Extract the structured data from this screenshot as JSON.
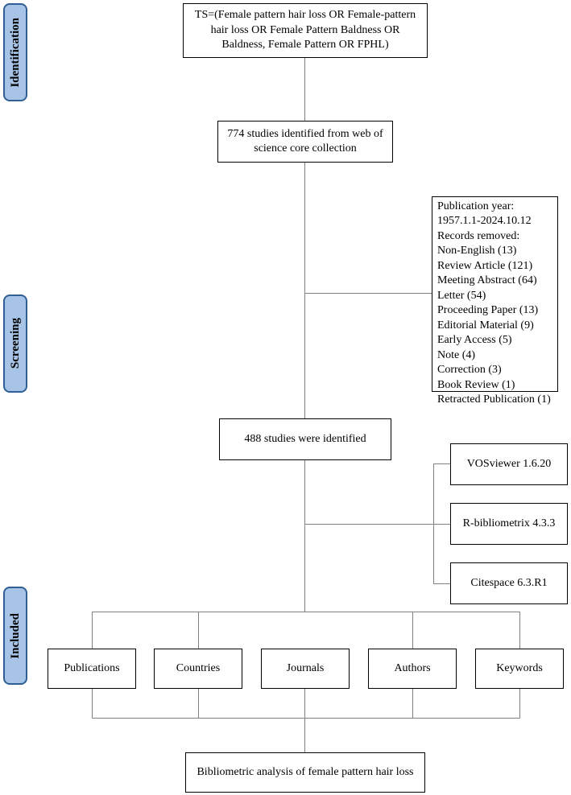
{
  "stages": {
    "identification": "Identification",
    "screening": "Screening",
    "included": "Included"
  },
  "search_query": "TS=(Female pattern hair loss OR Female-pattern hair loss OR Female Pattern Baldness OR Baldness, Female Pattern OR FPHL)",
  "identified": "774 studies identified from web of science core collection",
  "exclusion": {
    "lines": [
      "Publication year:",
      "1957.1.1-2024.10.12",
      "Records removed:",
      "Non-English (13)",
      "Review Article (121)",
      "Meeting Abstract (64)",
      "Letter (54)",
      "Proceeding Paper (13)",
      "Editorial Material (9)",
      "Early Access (5)",
      "Note (4)",
      "Correction (3)",
      "Book Review (1)",
      "Retracted Publication (1)"
    ]
  },
  "remaining": "488 studies were identified",
  "tools": [
    "VOSviewer 1.6.20",
    "R-bibliometrix 4.3.3",
    "Citespace 6.3.R1"
  ],
  "analyses": [
    "Publications",
    "Countries",
    "Journals",
    "Authors",
    "Keywords"
  ],
  "final": "Bibliometric analysis of female pattern hair loss",
  "colors": {
    "stage_fill": "#a7c4e6",
    "stage_border": "#2f5f95",
    "connector": "#808080"
  }
}
